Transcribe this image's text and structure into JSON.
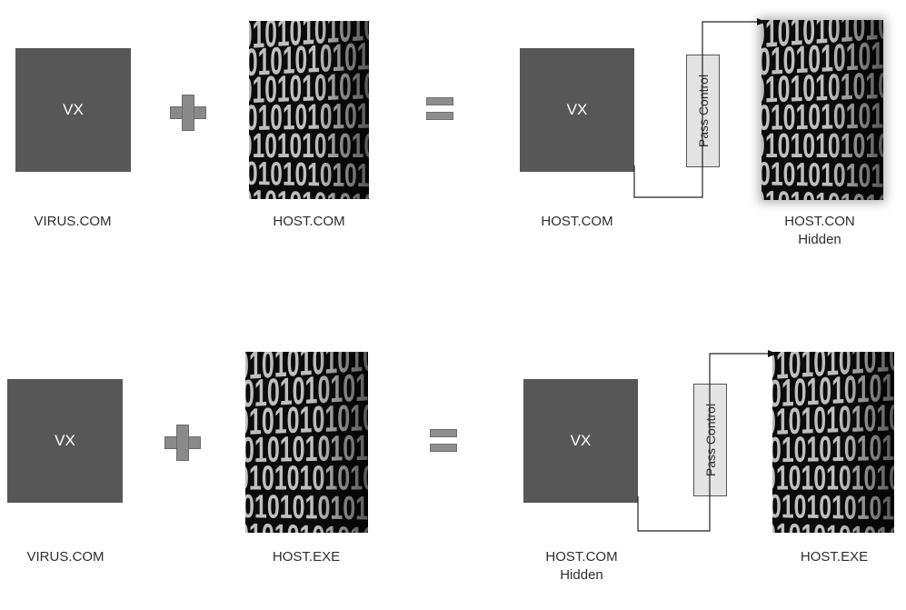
{
  "vx_label": "VX",
  "pass_control_label": "Pass Control",
  "binary_text": "01010101010",
  "rows": [
    {
      "virus_label": "VIRUS.COM",
      "host_label": "HOST.COM",
      "result_host_label": "HOST.COM",
      "result_host_sublabel": "",
      "hidden_label": "HOST.CON",
      "hidden_sublabel": "Hidden"
    },
    {
      "virus_label": "VIRUS.COM",
      "host_label": "HOST.EXE",
      "result_host_label": "HOST.COM",
      "result_host_sublabel": "Hidden",
      "hidden_label": "HOST.EXE",
      "hidden_sublabel": ""
    }
  ]
}
